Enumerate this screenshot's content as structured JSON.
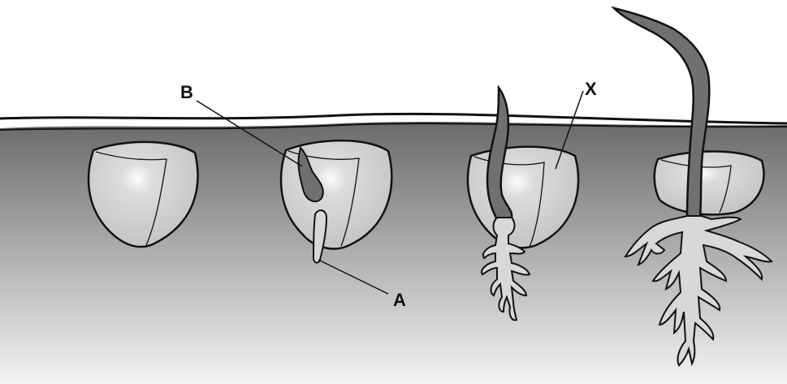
{
  "diagram": {
    "labels": {
      "B": "B",
      "A": "A",
      "X": "X"
    },
    "colors": {
      "background": "#ffffff",
      "soil_top": "#6f6f6f",
      "soil_bottom": "#f2f2f2",
      "seed_fill": "#cfcfcf",
      "seed_highlight": "#f5f5f5",
      "shoot_fill": "#707070",
      "root_fill": "#d8d8d8",
      "outline": "#111111"
    },
    "stages": [
      {
        "name": "seed"
      },
      {
        "name": "germinating-seed"
      },
      {
        "name": "seedling-emerging"
      },
      {
        "name": "young-plant"
      }
    ]
  }
}
